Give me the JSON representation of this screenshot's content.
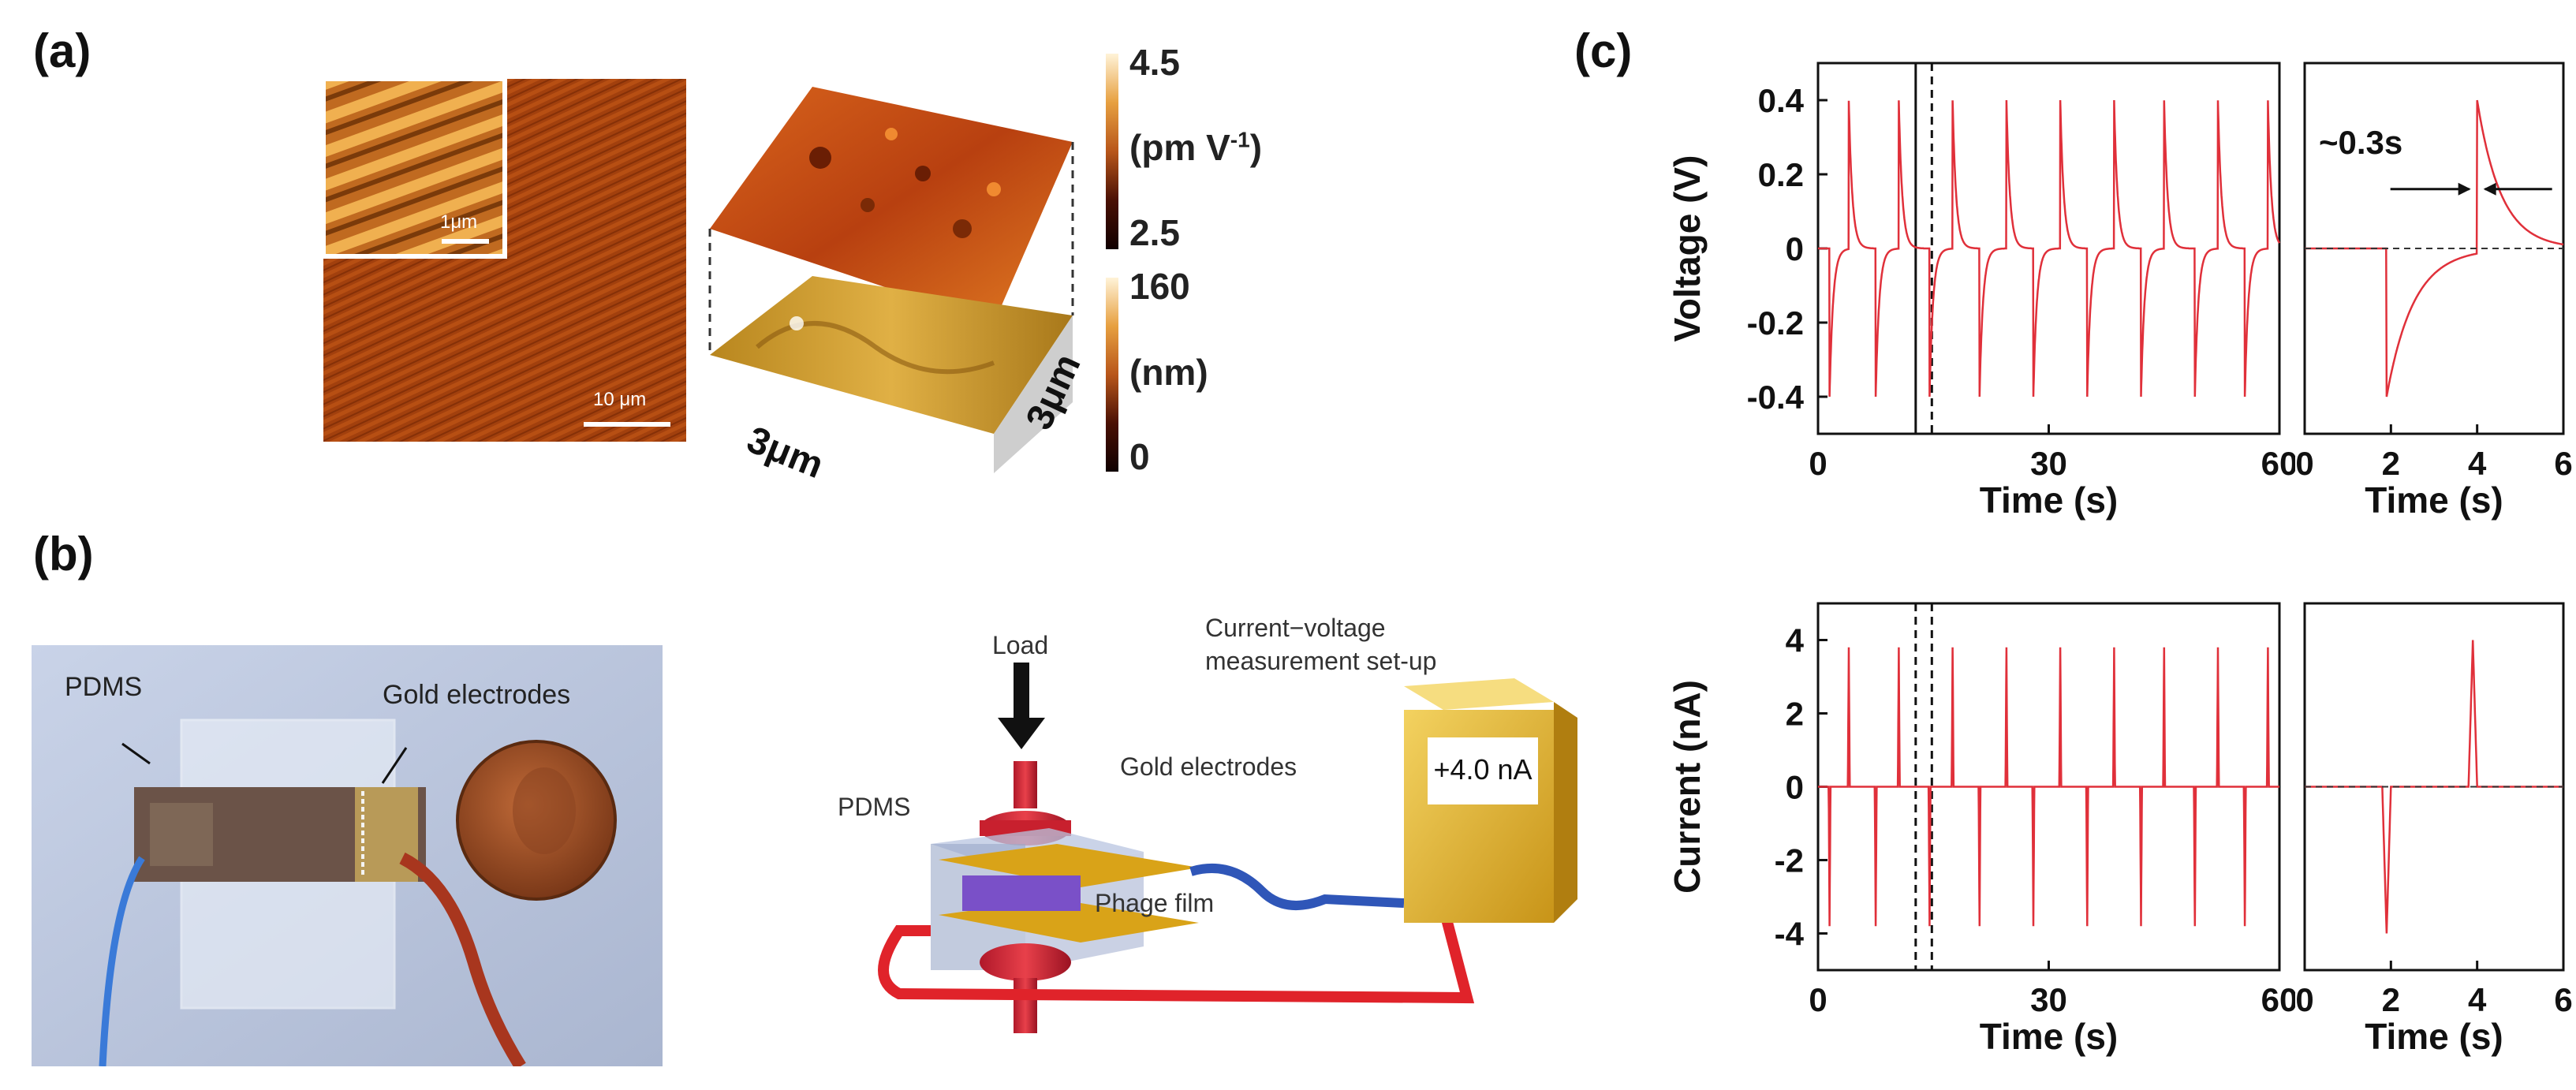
{
  "panels": {
    "a": {
      "label": "(a)",
      "afm_2d": {
        "inset_scale": "1μm",
        "main_scale": "10 μm"
      },
      "afm_3d": {
        "x_dim": "3μm",
        "y_dim": "3μm"
      },
      "colorbar_piezo": {
        "max": "4.5",
        "unit": "(pm V",
        "unit_sup": "-1",
        "unit_close": ")",
        "min": "2.5"
      },
      "colorbar_height": {
        "max": "160",
        "unit": "(nm)",
        "min": "0"
      }
    },
    "b": {
      "label": "(b)",
      "photo": {
        "pdms": "PDMS",
        "gold": "Gold electrodes"
      },
      "diagram": {
        "load": "Load",
        "setup_line1": "Current−voltage",
        "setup_line2": "measurement set-up",
        "gold": "Gold electrodes",
        "pdms": "PDMS",
        "phage": "Phage film",
        "meter": "+4.0 nA"
      }
    },
    "c": {
      "label": "(c)"
    }
  },
  "chart_data": [
    {
      "type": "line",
      "ylabel": "Voltage (V)",
      "xlabel": "Time (s)",
      "xlim": [
        0,
        60
      ],
      "ylim": [
        -0.5,
        0.5
      ],
      "xticks": [
        "0",
        "30",
        "60"
      ],
      "yticks": [
        "0.4",
        "0.2",
        "0",
        "-0.2",
        "-0.4"
      ],
      "ytick_values": [
        0.4,
        0.2,
        0,
        -0.2,
        -0.4
      ],
      "series": [
        {
          "pulse_times": [
            1.5,
            4.0,
            7.5,
            10.5,
            14.5,
            17.5,
            21.0,
            24.5,
            28.0,
            31.5,
            35.0,
            38.5,
            42.0,
            45.0,
            49.0,
            52.0,
            55.5,
            58.5
          ],
          "neg_peak": -0.4,
          "pos_peak": 0.4
        }
      ],
      "markers": [
        {
          "x": 12.7,
          "style": "solid"
        },
        {
          "x": 14.8,
          "style": "dashed"
        }
      ]
    },
    {
      "type": "line",
      "ylabel": "",
      "xlabel": "Time (s)",
      "xlim": [
        0,
        6
      ],
      "ylim": [
        -0.5,
        0.5
      ],
      "xticks": [
        "0",
        "2",
        "4",
        "6"
      ],
      "annotation": "~0.3s",
      "series": [
        {
          "neg_time": 1.9,
          "pos_time": 4.0,
          "neg_peak": -0.4,
          "pos_peak": 0.4
        }
      ]
    },
    {
      "type": "line",
      "ylabel": "Current (nA)",
      "xlabel": "Time (s)",
      "xlim": [
        0,
        60
      ],
      "ylim": [
        -5,
        5
      ],
      "xticks": [
        "0",
        "30",
        "60"
      ],
      "yticks": [
        "4",
        "2",
        "0",
        "-2",
        "-4"
      ],
      "ytick_values": [
        4,
        2,
        0,
        -2,
        -4
      ],
      "series": [
        {
          "pulse_times": [
            1.5,
            4.0,
            7.5,
            10.5,
            14.5,
            17.5,
            21.0,
            24.5,
            28.0,
            31.5,
            35.0,
            38.5,
            42.0,
            45.0,
            49.0,
            52.0,
            55.5,
            58.5
          ],
          "neg_peak": -3.8,
          "pos_peak": 3.8
        }
      ],
      "markers": [
        {
          "x": 12.7,
          "style": "dashed"
        },
        {
          "x": 14.8,
          "style": "dashed"
        }
      ]
    },
    {
      "type": "line",
      "ylabel": "",
      "xlabel": "Time (s)",
      "xlim": [
        0,
        6
      ],
      "ylim": [
        -5,
        5
      ],
      "xticks": [
        "0",
        "2",
        "4",
        "6"
      ],
      "series": [
        {
          "neg_time": 1.9,
          "pos_time": 3.9,
          "neg_peak": -4.0,
          "pos_peak": 4.0
        }
      ]
    }
  ],
  "colors": {
    "trace": "#e0303a",
    "afm_dark": "#8a2a08",
    "afm_light": "#e2701c",
    "gold": "#d9a318",
    "red_wire": "#e0232a",
    "blue_wire": "#2f56b8"
  }
}
